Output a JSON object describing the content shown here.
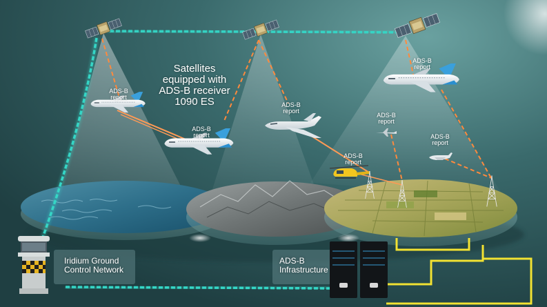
{
  "colors": {
    "satellite_link": "#35d6c6",
    "ground_network": "#f2e232",
    "report_link_dash": "#ff8a3d",
    "report_link_solid": "#ff9a55"
  },
  "labels": {
    "satellite_title": [
      "Satellites",
      "equipped with",
      "ADS-B receiver",
      "1090 ES"
    ],
    "ads_b": "ADS-B",
    "report": "report",
    "ground_control": [
      "Iridium Ground",
      "Control Network"
    ],
    "infrastructure": [
      "ADS-B",
      "Infrastructure"
    ]
  },
  "icons": {
    "satellite": "satellite-icon",
    "airliner": "airliner-icon",
    "business_jet": "business-jet-icon",
    "helicopter": "helicopter-icon",
    "small_plane": "small-plane-icon",
    "tower": "antenna-tower-icon",
    "control_tower": "control-tower-icon",
    "server": "server-icon"
  }
}
